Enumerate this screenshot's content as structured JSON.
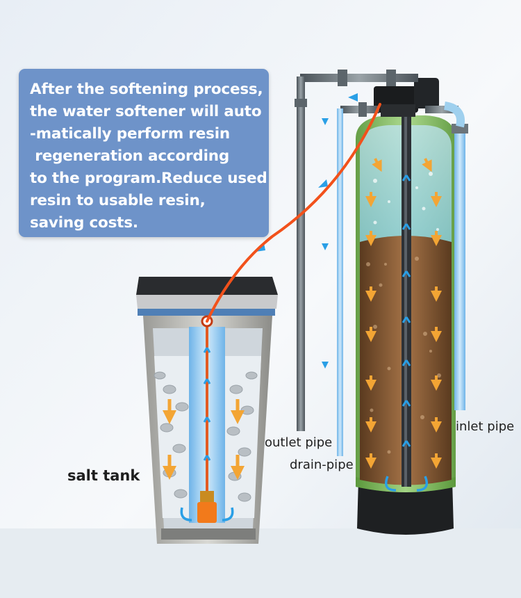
{
  "callout": {
    "lines": [
      "After the softening process,",
      "the water softener will auto",
      "-matically perform resin",
      " regeneration according",
      "to the program.Reduce used",
      "resin to usable resin,",
      "saving costs."
    ]
  },
  "labels": {
    "salt_tank": "salt tank",
    "outlet_pipe": "outlet pipe",
    "drain_pipe": "drain-pipe",
    "inlet_pipe": "inlet pipe"
  },
  "colors": {
    "callout_bg": "#6e93c9",
    "brine_line": "#f2511b",
    "flow_arrow": "#f3a534",
    "water_arrow": "#2a9fe6",
    "resin": "#8a5a32",
    "tank_glass": "#7fbf5a"
  }
}
